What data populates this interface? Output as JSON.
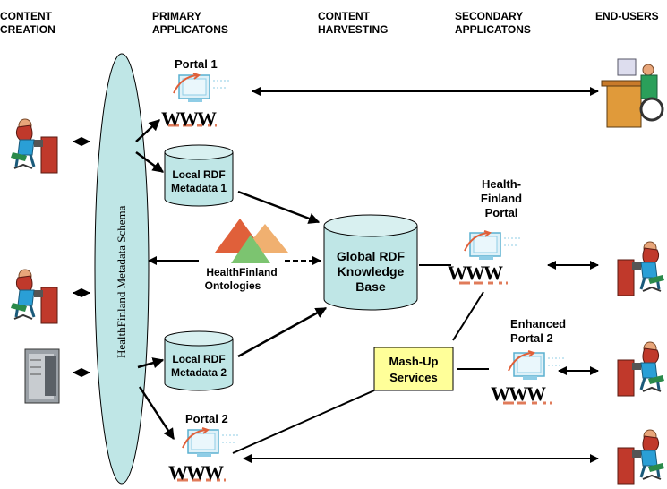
{
  "columns": {
    "content_creation": [
      "CONTENT",
      "CREATION"
    ],
    "primary_applications": [
      "PRIMARY",
      "APPLICATONS"
    ],
    "content_harvesting": [
      "CONTENT",
      "HARVESTING"
    ],
    "secondary_applications": [
      "SECONDARY",
      "APPLICATONS"
    ],
    "end_users": [
      "END-USERS"
    ]
  },
  "schema_label": "HealthFinland Metadata Schema",
  "portal1": "Portal 1",
  "portal2": "Portal 2",
  "local_rdf_1": [
    "Local RDF",
    "Metadata 1"
  ],
  "local_rdf_2": [
    "Local RDF",
    "Metadata 2"
  ],
  "ontologies": [
    "HealthFinland",
    "Ontologies"
  ],
  "global_rdf": [
    "Global RDF",
    "Knowledge",
    "Base"
  ],
  "healthfinland_portal": [
    "Health-",
    "Finland",
    "Portal"
  ],
  "mashup": [
    "Mash-Up",
    "Services"
  ],
  "enhanced_portal": [
    "Enhanced",
    "Portal 2"
  ],
  "www": "WWW",
  "colors": {
    "cylinder_fill": "#bfe6e6",
    "ellipse_fill": "#bfe6e6",
    "mashup_fill": "#ffff99",
    "tri_orange": "#e0603a",
    "tri_tan": "#f0b070",
    "tri_green": "#7cc470"
  }
}
